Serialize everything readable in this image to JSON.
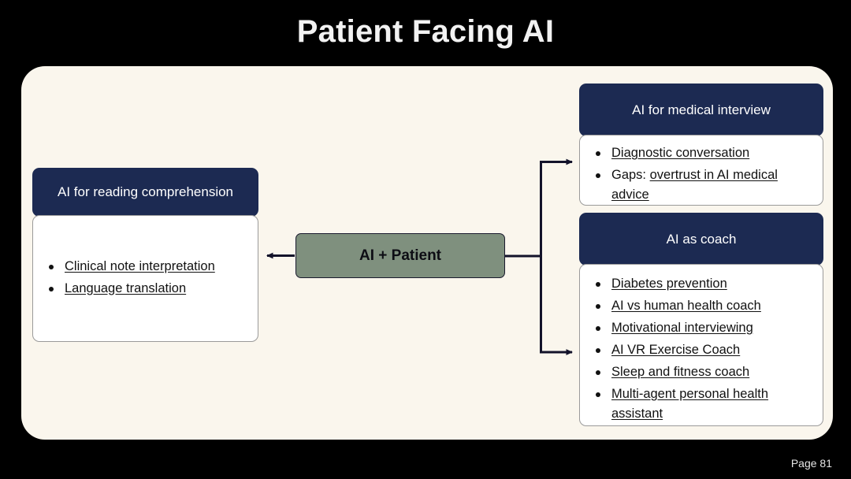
{
  "slide": {
    "title": "Patient Facing AI",
    "footer": "Page 81",
    "background_color": "#000000",
    "canvas_color": "#faf6ed"
  },
  "colors": {
    "header_navy": "#1c2a52",
    "center_green": "#7f907e",
    "card_white": "#ffffff",
    "title_text": "#f2f2f2"
  },
  "center_node": {
    "label": "AI + Patient"
  },
  "nodes": {
    "reading": {
      "header": "AI for reading comprehension",
      "bullets": [
        {
          "text": "Clinical note interpretation",
          "underlined": true
        },
        {
          "text": "Language translation",
          "underlined": true
        }
      ]
    },
    "interview": {
      "header": "AI for medical interview",
      "bullets": [
        {
          "prefix": "",
          "text": "Diagnostic conversation",
          "underlined": true
        },
        {
          "prefix": "Gaps: ",
          "text": "overtrust in AI medical advice",
          "underlined": true
        }
      ]
    },
    "coach": {
      "header": "AI as coach",
      "bullets": [
        {
          "text": "Diabetes prevention",
          "underlined": true
        },
        {
          "text": "AI vs human health coach",
          "underlined": true
        },
        {
          "text": "Motivational interviewing",
          "underlined": true
        },
        {
          "text": "AI VR Exercise Coach",
          "underlined": true
        },
        {
          "text": "Sleep and fitness coach",
          "underlined": true
        },
        {
          "text": "Multi-agent personal health assistant",
          "underlined": true
        }
      ]
    }
  },
  "connectors": [
    {
      "name": "center-to-reading",
      "direction": "left",
      "arrowhead": true
    },
    {
      "name": "center-to-interview",
      "direction": "right-up",
      "arrowhead": true
    },
    {
      "name": "center-to-coach",
      "direction": "right-down",
      "arrowhead": true
    }
  ]
}
